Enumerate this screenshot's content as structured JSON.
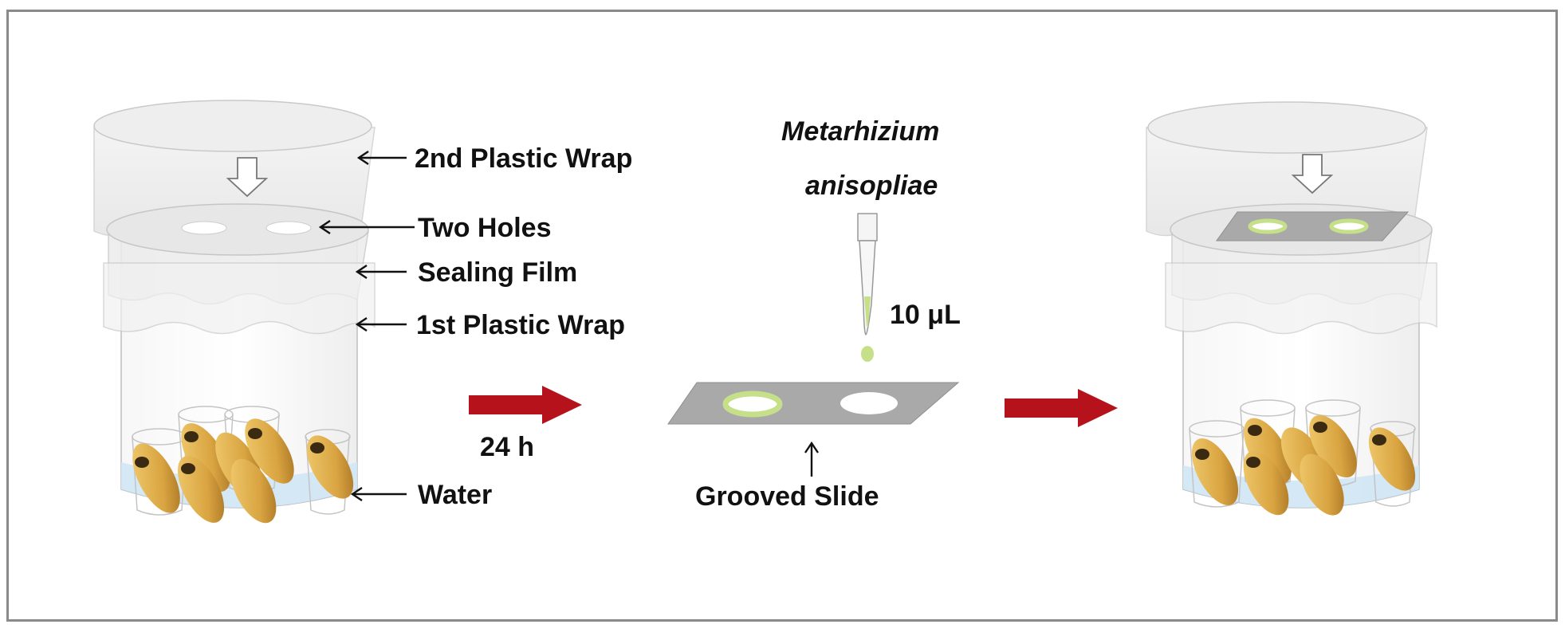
{
  "labels": {
    "second_plastic_wrap": "2nd Plastic Wrap",
    "two_holes": "Two Holes",
    "sealing_film": "Sealing Film",
    "first_plastic_wrap": "1st Plastic Wrap",
    "water": "Water",
    "duration": "24 h",
    "organism_line1": "Metarhizium",
    "organism_line2": "anisopliae",
    "volume": "10 μL",
    "grooved_slide": "Grooved Slide"
  },
  "colors": {
    "arrow_red": "#b5121b",
    "larva": "#d9a441",
    "inoculum": "#c6e08a",
    "slide_gray": "#a9a9a9",
    "water_blue": "#cfe6f5"
  },
  "icons": [
    "container-icon",
    "larva-icon",
    "pipette-icon",
    "grooved-slide-icon",
    "arrow-right-icon",
    "arrow-down-icon"
  ]
}
